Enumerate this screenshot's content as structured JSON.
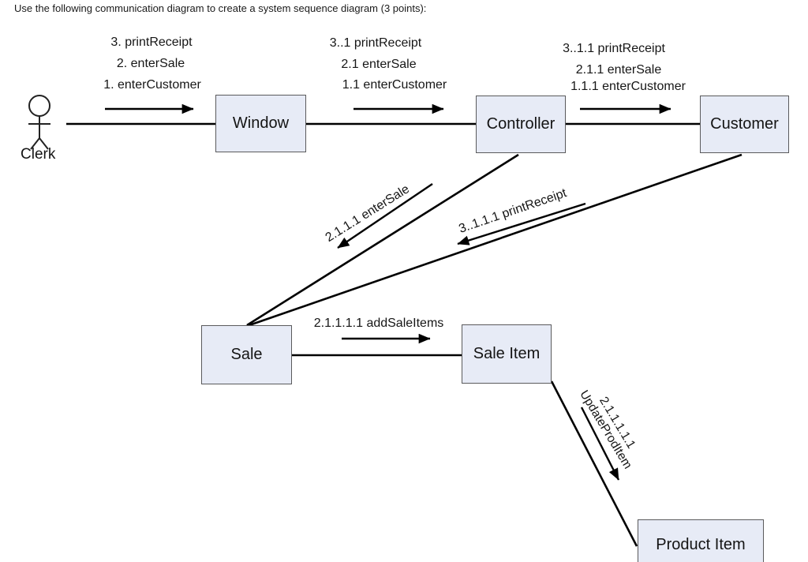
{
  "title": "Use the following communication diagram to create a system sequence diagram (3 points):",
  "actor": {
    "label": "Clerk"
  },
  "nodes": {
    "window": "Window",
    "controller": "Controller",
    "customer": "Customer",
    "sale": "Sale",
    "sale_item": "Sale Item",
    "product_item": "Product Item"
  },
  "messages": {
    "clerk_to_window": [
      "3. printReceipt",
      "2. enterSale",
      "1. enterCustomer"
    ],
    "window_to_controller": [
      "3..1 printReceipt",
      "2.1 enterSale",
      "1.1 enterCustomer"
    ],
    "controller_to_customer": [
      "3..1.1 printReceipt",
      "2.1.1 enterSale",
      "1.1.1 enterCustomer"
    ],
    "controller_to_sale": "2.1.1.1 enterSale",
    "customer_to_sale": "3..1.1.1 printReceipt",
    "sale_to_sale_item": "2.1.1.1.1 addSaleItems",
    "sale_item_to_product_item": [
      "2.1.1.1.1.1",
      "UpdateProdItem"
    ]
  },
  "colors": {
    "node_fill": "#e7ebf6",
    "node_border": "#5a5a5c",
    "line": "#000000",
    "actor_head_fill": "#dfe5f3"
  }
}
